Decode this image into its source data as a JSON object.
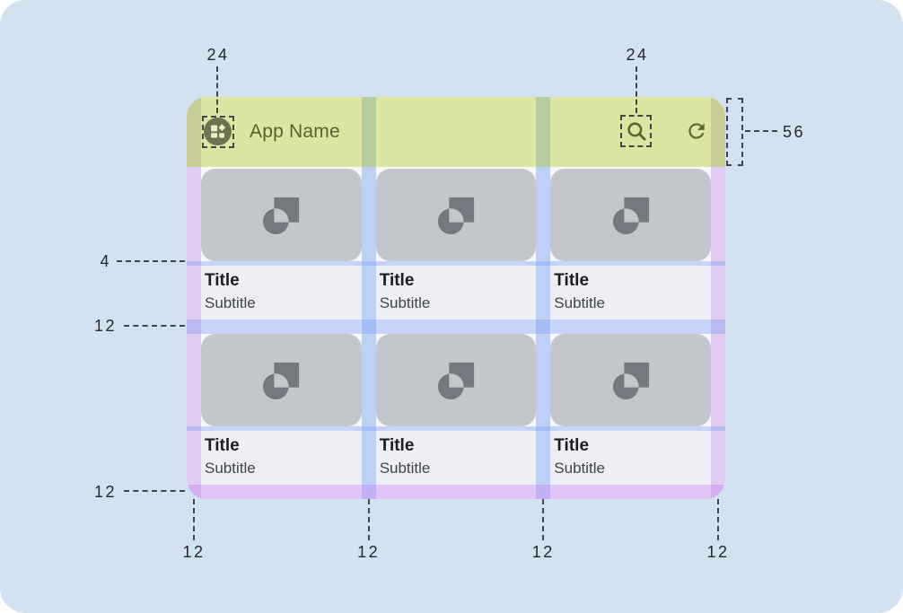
{
  "appbar": {
    "title": "App Name",
    "nav_icon": "dashboard-icon",
    "action_icons": [
      "search-icon",
      "refresh-icon"
    ]
  },
  "cards": [
    {
      "title": "Title",
      "subtitle": "Subtitle"
    },
    {
      "title": "Title",
      "subtitle": "Subtitle"
    },
    {
      "title": "Title",
      "subtitle": "Subtitle"
    },
    {
      "title": "Title",
      "subtitle": "Subtitle"
    },
    {
      "title": "Title",
      "subtitle": "Subtitle"
    },
    {
      "title": "Title",
      "subtitle": "Subtitle"
    }
  ],
  "annotations": {
    "nav_icon_size": "24",
    "action_icon_size": "24",
    "appbar_height": "56",
    "media_text_gap": "4",
    "row_gap": "12",
    "bottom_margin": "12",
    "bottom_cols": [
      "12",
      "12",
      "12",
      "12"
    ]
  },
  "colors": {
    "page_bg": "#d2e2f1",
    "appbar_bg": "#dce6a2",
    "appbar_text": "#57612c",
    "margin_stripe": "#e2ccf3",
    "gutter_stripe": "#bdd1f7",
    "media_bg": "#c3c6cb",
    "media_icon": "#75797f",
    "textblock_bg": "#edeff4",
    "anno_color": "#26272a"
  }
}
